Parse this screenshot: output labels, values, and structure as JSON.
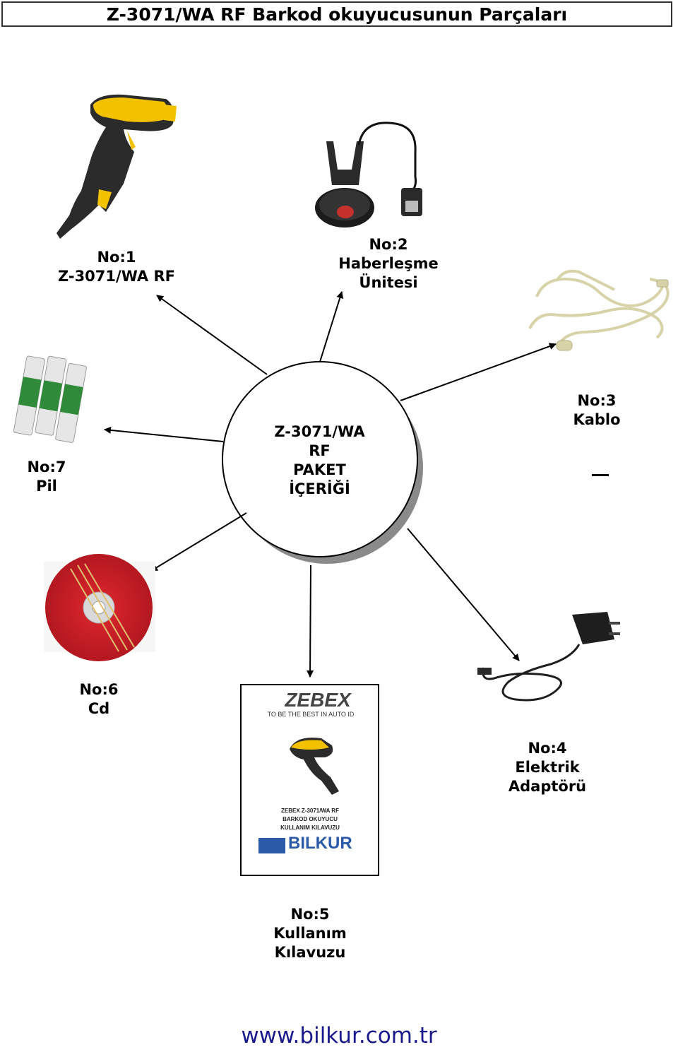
{
  "title": "Z-3071/WA RF Barkod okuyucusunun Parçaları",
  "center": {
    "lines": [
      "Z-3071/WA",
      "RF",
      "PAKET",
      "İÇERİĞİ"
    ]
  },
  "items": [
    {
      "id": "no1",
      "lines": [
        "No:1",
        "Z-3071/WA RF"
      ]
    },
    {
      "id": "no2",
      "lines": [
        "No:2",
        "Haberleşme",
        "Ünitesi"
      ]
    },
    {
      "id": "no3",
      "lines": [
        "No:3",
        "Kablo"
      ]
    },
    {
      "id": "no4",
      "lines": [
        "No:4",
        "Elektrik",
        "Adaptörü"
      ]
    },
    {
      "id": "no5",
      "lines": [
        "No:5",
        "Kullanım",
        "Kılavuzu"
      ]
    },
    {
      "id": "no6",
      "lines": [
        "No:6",
        "Cd"
      ]
    },
    {
      "id": "no7",
      "lines": [
        "No:7",
        "Pil"
      ]
    }
  ],
  "manual": {
    "brand": "ZEBEX",
    "tagline": "TO BE THE BEST IN AUTO ID",
    "lines": [
      "ZEBEX Z-3071/WA RF",
      "BARKOD OKUYUCU",
      "KULLANIM KILAVUZU"
    ],
    "logo": "BILKUR"
  },
  "footer": "www.bilkur.com.tr",
  "colors": {
    "accent_yellow": "#f2c200",
    "cd_red": "#d4232b",
    "footer_link": "#1a1a8c"
  }
}
